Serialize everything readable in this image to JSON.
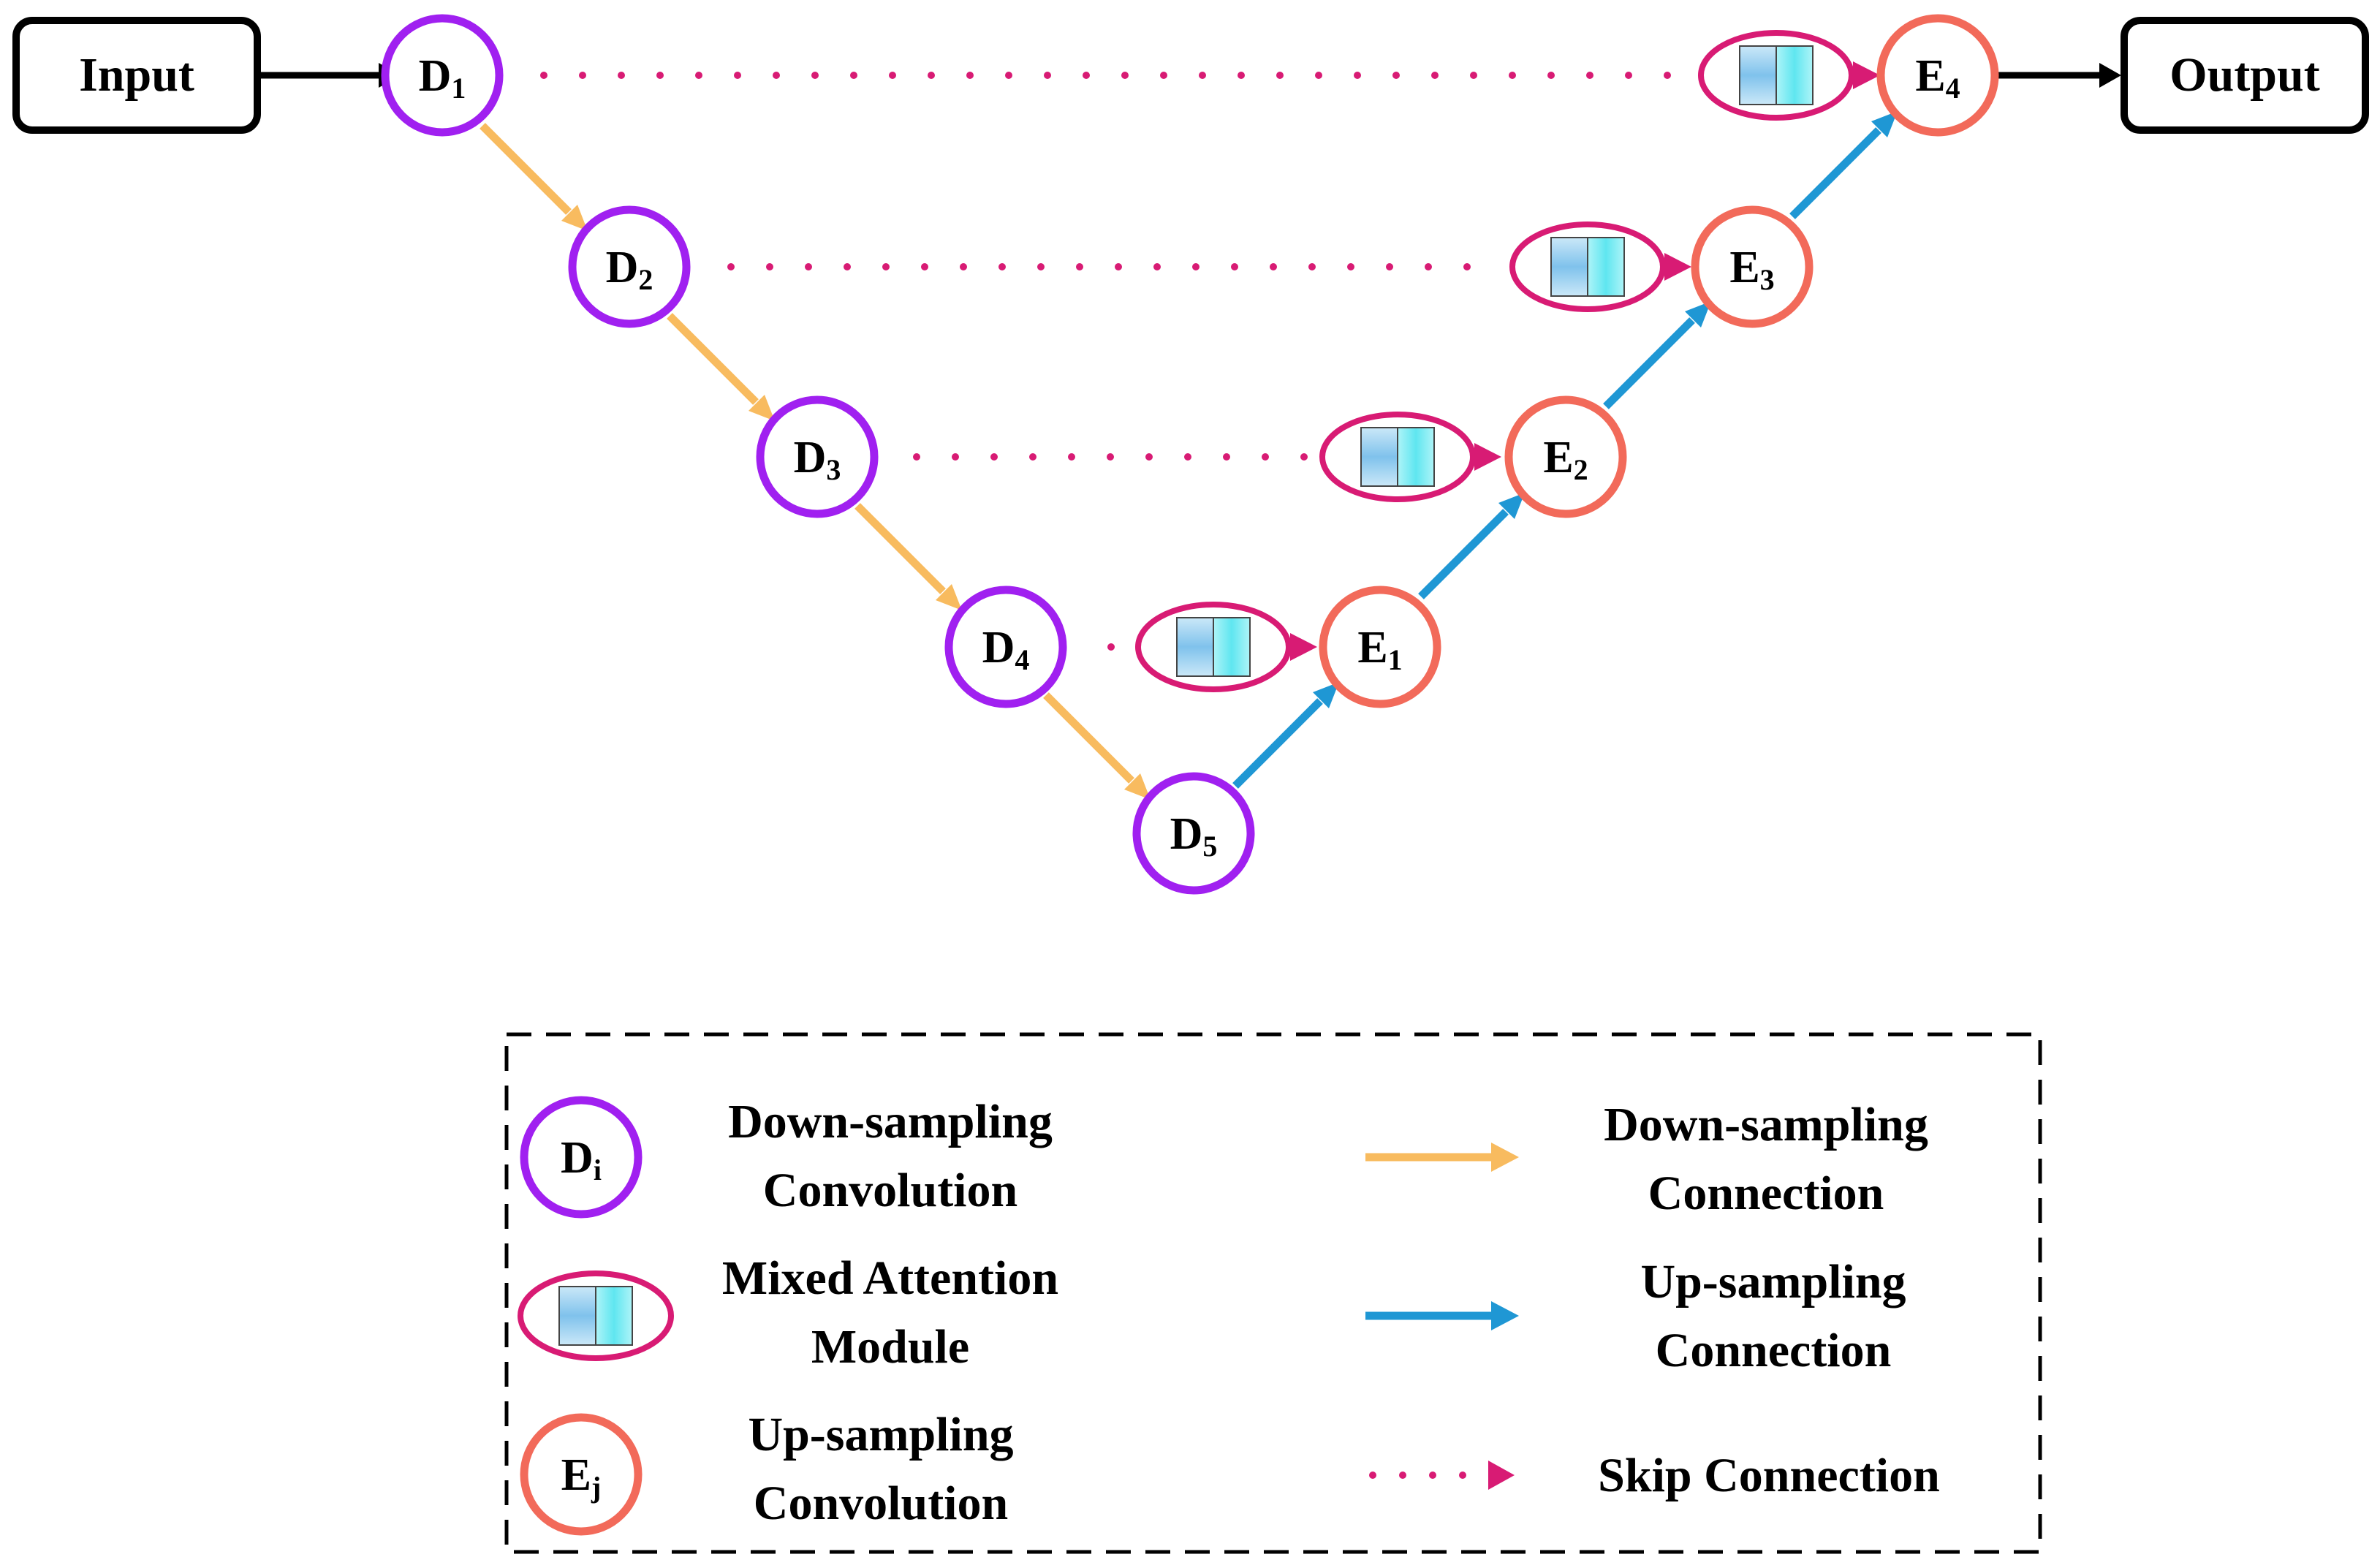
{
  "io": {
    "input_label": "Input",
    "output_label": "Output"
  },
  "down_nodes": [
    {
      "letter": "D",
      "sub": "1"
    },
    {
      "letter": "D",
      "sub": "2"
    },
    {
      "letter": "D",
      "sub": "3"
    },
    {
      "letter": "D",
      "sub": "4"
    },
    {
      "letter": "D",
      "sub": "5"
    }
  ],
  "up_nodes": [
    {
      "letter": "E",
      "sub": "1"
    },
    {
      "letter": "E",
      "sub": "2"
    },
    {
      "letter": "E",
      "sub": "3"
    },
    {
      "letter": "E",
      "sub": "4"
    }
  ],
  "legend": {
    "down_node": {
      "letter": "D",
      "sub": "i"
    },
    "up_node": {
      "letter": "E",
      "sub": "j"
    },
    "items": {
      "down_conv": [
        "Down-sampling",
        "Convolution"
      ],
      "mixed_attention": [
        "Mixed Attention",
        "Module"
      ],
      "up_conv": [
        "Up-sampling",
        "Convolution"
      ],
      "down_connection": [
        "Down-sampling",
        "Connection"
      ],
      "up_connection": [
        "Up-sampling",
        "Connection"
      ],
      "skip_connection": "Skip Connection"
    }
  },
  "colors": {
    "down_node": "#a020f0",
    "up_node": "#f26a5a",
    "down_arrow": "#f8bb5f",
    "up_arrow": "#1f97d4",
    "skip": "#d81b74",
    "module_fill_a": "#8cc8ee",
    "module_fill_b": "#8ff0f5",
    "io_border": "#000000"
  }
}
